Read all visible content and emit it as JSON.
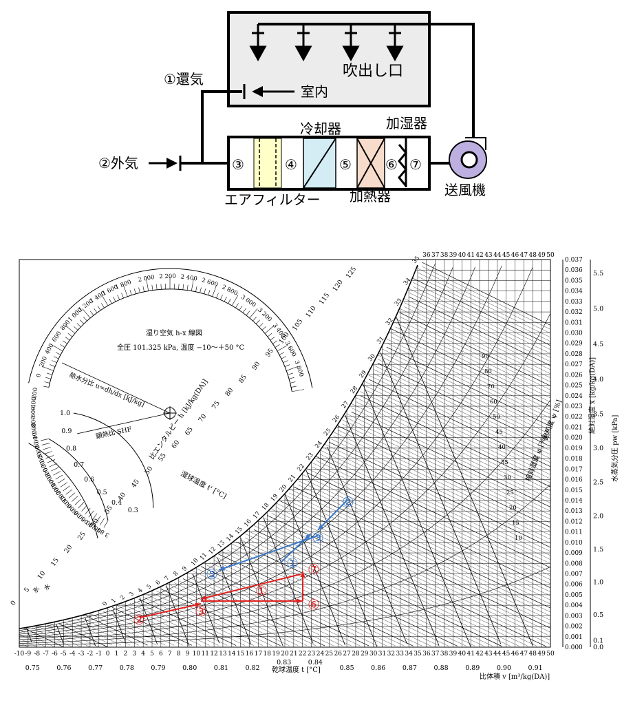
{
  "system": {
    "return_air": "①還気",
    "outside_air": "②外気",
    "room": "室内",
    "outlets": "吹出し口",
    "cooler": "冷却器",
    "humidifier": "加湿器",
    "air_filter": "エアフィルター",
    "heater": "加熱器",
    "fan": "送風機",
    "points": [
      "③",
      "④",
      "⑤",
      "⑥",
      "⑦"
    ]
  },
  "psychro": {
    "title": "湿り空気 h-x 線図",
    "subtitle": "全圧 101.325 kPa, 温度 −10〜＋50 °C",
    "moisture_ratio_label": "熱水分比 u=dh/dx [kJ/kg]",
    "shf_label": "顕熱比 SHF",
    "enthalpy_label": "比エンタルピー h [kJ/kg(DA)]",
    "wetbulb_label": "湿球温度 t' [°C]",
    "ice_label": "氷",
    "water_label": "水",
    "drybulb_label": "乾球温度 t [°C]",
    "specvol_label": "比体積 v [m³/kg(DA)]",
    "abshum_label": "絶対湿度 x [kg/kg(DA)]",
    "vp_label": "水蒸気分圧 pw [kPa]",
    "rh_label": "相対湿度 φ [%]",
    "sat_label": "飽和度 ψ [%]",
    "t_ticks": [
      "-10",
      "-9",
      "-8",
      "-7",
      "-6",
      "-5",
      "-4",
      "-3",
      "-2",
      "-1",
      "0",
      "1",
      "2",
      "3",
      "4",
      "5",
      "6",
      "7",
      "8",
      "9",
      "10",
      "11",
      "12",
      "13",
      "14",
      "15",
      "16",
      "17",
      "18",
      "19",
      "20",
      "21",
      "22",
      "23",
      "24",
      "25",
      "26",
      "27",
      "28",
      "29",
      "30",
      "31",
      "32",
      "33",
      "34",
      "35",
      "36",
      "37",
      "38",
      "39",
      "40",
      "41",
      "42",
      "43",
      "44",
      "45",
      "46",
      "47",
      "48",
      "49",
      "50"
    ],
    "t_top_ticks": [
      "36",
      "37",
      "38",
      "39",
      "40",
      "41",
      "42",
      "43",
      "44",
      "45",
      "46",
      "47",
      "48",
      "49",
      "50"
    ],
    "v_ticks": [
      "0.75",
      "0.76",
      "0.77",
      "0.78",
      "0.79",
      "0.80",
      "0.81",
      "0.82",
      "0.83",
      "0.84",
      "0.85",
      "0.86",
      "0.87",
      "0.88",
      "0.89",
      "0.90",
      "0.91"
    ],
    "x_ticks": [
      "0.037",
      "0.036",
      "0.035",
      "0.034",
      "0.033",
      "0.032",
      "0.031",
      "0.030",
      "0.029",
      "0.028",
      "0.027",
      "0.026",
      "0.025",
      "0.024",
      "0.023",
      "0.022",
      "0.021",
      "0.020",
      "0.019",
      "0.018",
      "0.017",
      "0.016",
      "0.015",
      "0.014",
      "0.013",
      "0.012",
      "0.011",
      "0.010",
      "0.009",
      "0.008",
      "0.007",
      "0.006",
      "0.005",
      "0.004",
      "0.003",
      "0.002",
      "0.001",
      "0.000"
    ],
    "pw_ticks": [
      "5.5",
      "5.0",
      "4.5",
      "4.0",
      "3.5",
      "3.0",
      "2.5",
      "2.0",
      "1.5",
      "1.0",
      "0.5",
      "0.1",
      "0.0"
    ],
    "h_ticks": [
      "0",
      "5",
      "10",
      "15",
      "20",
      "25",
      "30",
      "35",
      "40",
      "45",
      "50",
      "55",
      "60",
      "65",
      "70",
      "75",
      "80",
      "85",
      "90",
      "95",
      "100",
      "105",
      "110",
      "115",
      "120",
      "125"
    ],
    "ws_ticks": [
      "0",
      "1",
      "2",
      "3",
      "4",
      "5",
      "6",
      "7",
      "8",
      "9",
      "10",
      "11",
      "12",
      "13",
      "14",
      "15",
      "16",
      "17",
      "18",
      "19",
      "20",
      "21",
      "22",
      "23",
      "24",
      "25",
      "26",
      "27",
      "28",
      "29",
      "30",
      "31",
      "32",
      "33",
      "34",
      "35"
    ],
    "protractor_ticks": [
      "2 000",
      "2 200",
      "2 400",
      "2 600",
      "2 800",
      "3 000",
      "3 200",
      "3 400",
      "3 600",
      "3 800",
      "1 800",
      "1 600",
      "1 400",
      "1 200",
      "1 000",
      "800",
      "600",
      "400",
      "200",
      "0",
      "-200",
      "-400",
      "-600",
      "-800",
      "-1 000",
      "-2 000",
      "-5 000",
      "3 000",
      "5 000",
      "10 000",
      "20 000",
      "15 000",
      "6 000",
      "8 000",
      "5 000",
      "4 000",
      "4 200",
      "3 800"
    ],
    "shf_ticks": [
      "1.0",
      "0.9",
      "0.8",
      "0.7",
      "0.6",
      "0.5",
      "0.4",
      "0.3"
    ],
    "rh_ticks": [
      "90",
      "80",
      "70",
      "60",
      "50",
      "45",
      "40",
      "35",
      "30",
      "25",
      "20",
      "15",
      "10"
    ],
    "winter_states": [
      "①",
      "②",
      "③",
      "⑥",
      "⑦"
    ],
    "summer_states": [
      "①",
      "②",
      "③",
      "⑤"
    ],
    "colors": {
      "winter": "#e02020",
      "summer": "#3a78c8"
    }
  }
}
